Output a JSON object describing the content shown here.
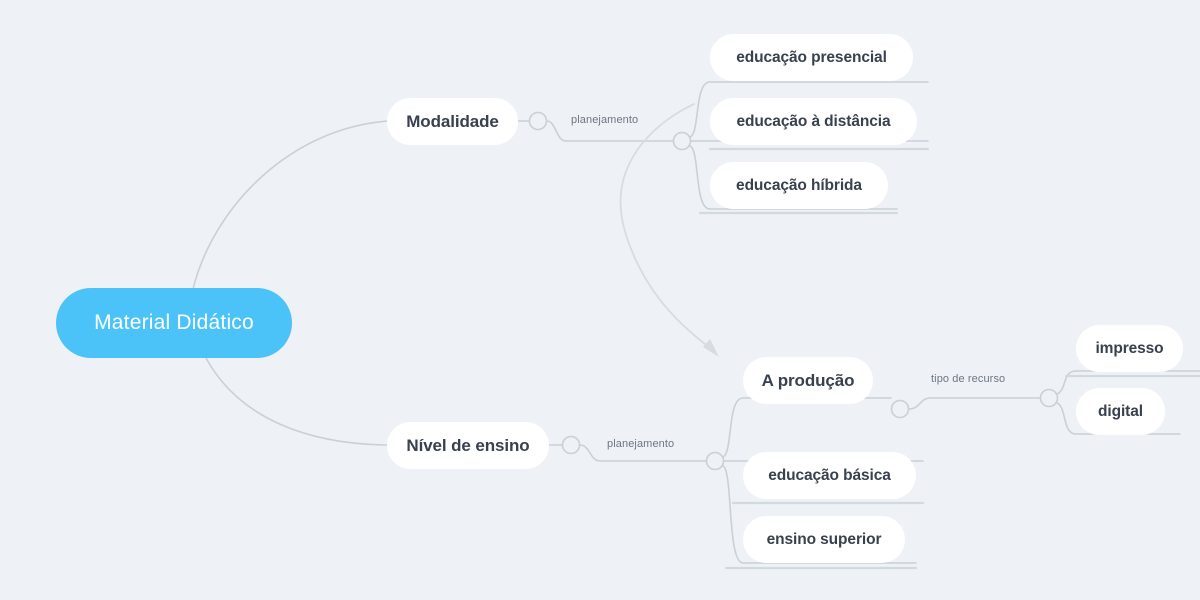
{
  "diagram": {
    "type": "mind-map",
    "background_color": "#eef2f6",
    "root_color": "#4cc3f8",
    "node_color": "#ffffff",
    "node_text_color": "#39414f",
    "edge_color": "#c9d0d6",
    "edge_label_color": "#6d7682",
    "root": {
      "label": "Material Didático"
    },
    "branches": [
      {
        "label": "Modalidade",
        "edge_label": "planejamento",
        "children": [
          {
            "label": "educação presencial"
          },
          {
            "label": "educação à distância"
          },
          {
            "label": "educação híbrida"
          }
        ]
      },
      {
        "label": "Nível de ensino",
        "edge_label": "planejamento",
        "children": [
          {
            "label": "A produção",
            "edge_label": "tipo de recurso",
            "children": [
              {
                "label": "impresso"
              },
              {
                "label": "digital"
              }
            ]
          },
          {
            "label": "educação básica"
          },
          {
            "label": "ensino superior"
          }
        ]
      }
    ],
    "annotations": [
      {
        "kind": "arrow",
        "from": "planejamento-modalidade",
        "to": "A produção"
      }
    ]
  }
}
